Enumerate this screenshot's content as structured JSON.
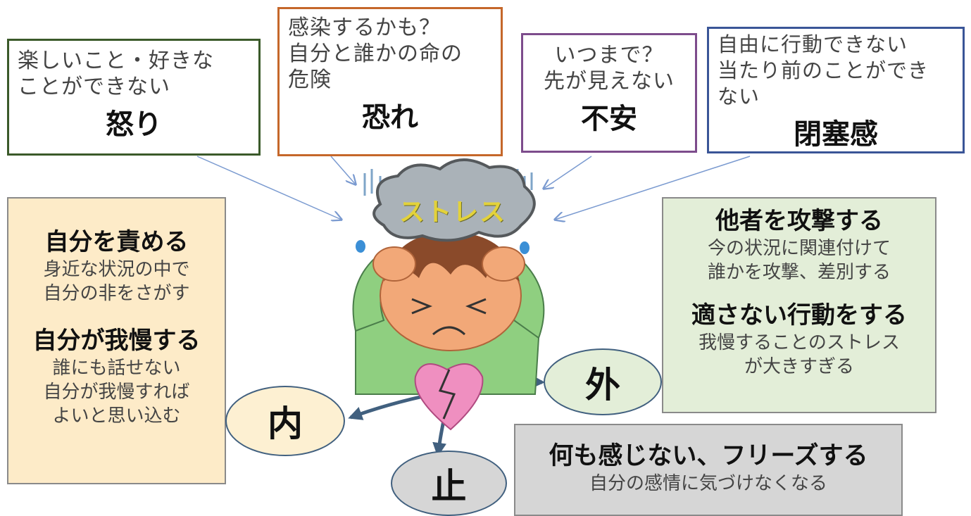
{
  "top_boxes": [
    {
      "sub": "楽しいこと・好きな\nことができない",
      "main": "怒り",
      "border": "#3b5a2a"
    },
    {
      "sub": "感染するかも？\n自分と誰かの命の\n危険",
      "main": "恐れ",
      "border": "#c5672a"
    },
    {
      "sub": "いつまで？\n先が見えない",
      "main": "不安",
      "border": "#7d4c8c"
    },
    {
      "sub": "自由に行動できない\n当たり前のことができ\nない",
      "main": "閉塞感",
      "border": "#3a5597"
    }
  ],
  "illustration": {
    "cloud_text": "ストレス"
  },
  "left_panel": {
    "title1": "自分を責める",
    "sub1": "身近な状況の中で\n自分の非をさがす",
    "title2": "自分が我慢する",
    "sub2": "誰にも話せない\n自分が我慢すれば\nよいと思い込む",
    "bg": "#fdebc8"
  },
  "right_panel": {
    "title1": "他者を攻撃する",
    "sub1": "今の状況に関連付けて\n誰かを攻撃、差別する",
    "title2": "適さない行動をする",
    "sub2": "我慢することのストレス\nが大きすぎる",
    "bg": "#e3eed8"
  },
  "bottom_panel": {
    "title": "何も感じない、フリーズする",
    "sub": "自分の感情に気づけなくなる",
    "bg": "#d6d6d6"
  },
  "ovals": {
    "inner": {
      "label": "内",
      "bg": "#fdf0d2"
    },
    "outer": {
      "label": "外",
      "bg": "#e3eed8"
    },
    "stop": {
      "label": "止",
      "bg": "#d6d6d6"
    }
  }
}
